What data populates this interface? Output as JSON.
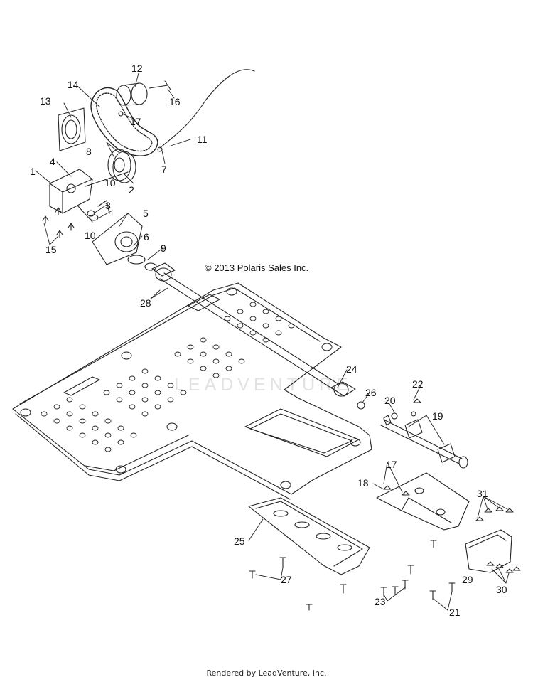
{
  "copyright": "© 2013 Polaris Sales Inc.",
  "footer": "Rendered by LeadVenture, Inc.",
  "watermark": "LEADVENTURE",
  "callouts": [
    {
      "id": "c1",
      "label": "1"
    },
    {
      "id": "c2",
      "label": "2"
    },
    {
      "id": "c3",
      "label": "3"
    },
    {
      "id": "c4",
      "label": "4"
    },
    {
      "id": "c5",
      "label": "5"
    },
    {
      "id": "c6",
      "label": "6"
    },
    {
      "id": "c7",
      "label": "7"
    },
    {
      "id": "c8",
      "label": "8"
    },
    {
      "id": "c9",
      "label": "9"
    },
    {
      "id": "c10a",
      "label": "10"
    },
    {
      "id": "c10b",
      "label": "10"
    },
    {
      "id": "c11",
      "label": "11"
    },
    {
      "id": "c12",
      "label": "12"
    },
    {
      "id": "c13",
      "label": "13"
    },
    {
      "id": "c14",
      "label": "14"
    },
    {
      "id": "c15",
      "label": "15"
    },
    {
      "id": "c16",
      "label": "16"
    },
    {
      "id": "c17a",
      "label": "17"
    },
    {
      "id": "c17b",
      "label": "17"
    },
    {
      "id": "c18",
      "label": "18"
    },
    {
      "id": "c19",
      "label": "19"
    },
    {
      "id": "c20",
      "label": "20"
    },
    {
      "id": "c21",
      "label": "21"
    },
    {
      "id": "c22",
      "label": "22"
    },
    {
      "id": "c23",
      "label": "23"
    },
    {
      "id": "c24",
      "label": "24"
    },
    {
      "id": "c25",
      "label": "25"
    },
    {
      "id": "c26",
      "label": "26"
    },
    {
      "id": "c27",
      "label": "27"
    },
    {
      "id": "c28",
      "label": "28"
    },
    {
      "id": "c29",
      "label": "29"
    },
    {
      "id": "c30",
      "label": "30"
    },
    {
      "id": "c31",
      "label": "31"
    }
  ]
}
